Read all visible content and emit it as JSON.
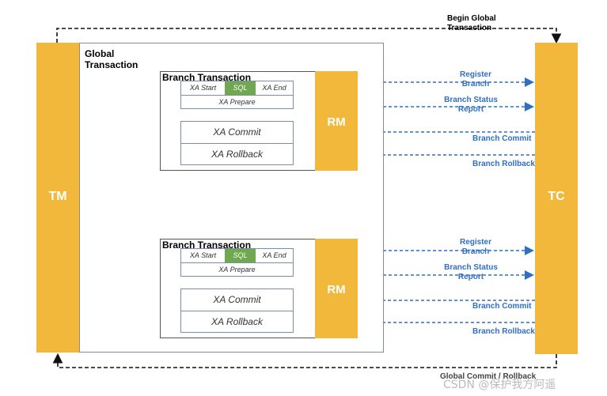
{
  "diagram": {
    "top_label": "Begin Global\nTransaction",
    "bottom_label": "Global Commit / Rollback",
    "global_title": "Global\nTransaction",
    "tm_label": "TM",
    "tc_label": "TC",
    "watermark": "CSDN @保护我方阿遥",
    "branches": [
      {
        "title": "Branch Transaction",
        "xa_start": "XA Start",
        "sql": "SQL",
        "xa_end": "XA End",
        "xa_prepare": "XA Prepare",
        "xa_commit": "XA Commit",
        "xa_rollback": "XA Rollback",
        "rm": "RM",
        "register": "Register\nBranch",
        "status": "Branch Status\nReport",
        "commit": "Branch Commit",
        "rollback": "Branch Rollback"
      },
      {
        "title": "Branch Transaction",
        "xa_start": "XA Start",
        "sql": "SQL",
        "xa_end": "XA End",
        "xa_prepare": "XA Prepare",
        "xa_commit": "XA Commit",
        "xa_rollback": "XA Rollback",
        "rm": "RM",
        "register": "Register\nBranch",
        "status": "Branch Status\nReport",
        "commit": "Branch Commit",
        "rollback": "Branch Rollback"
      }
    ],
    "colors": {
      "orange": "#f2b83b",
      "green": "#70a84f",
      "blue_arrow": "#2f6fc4",
      "box_border": "#7a8fb0"
    }
  }
}
